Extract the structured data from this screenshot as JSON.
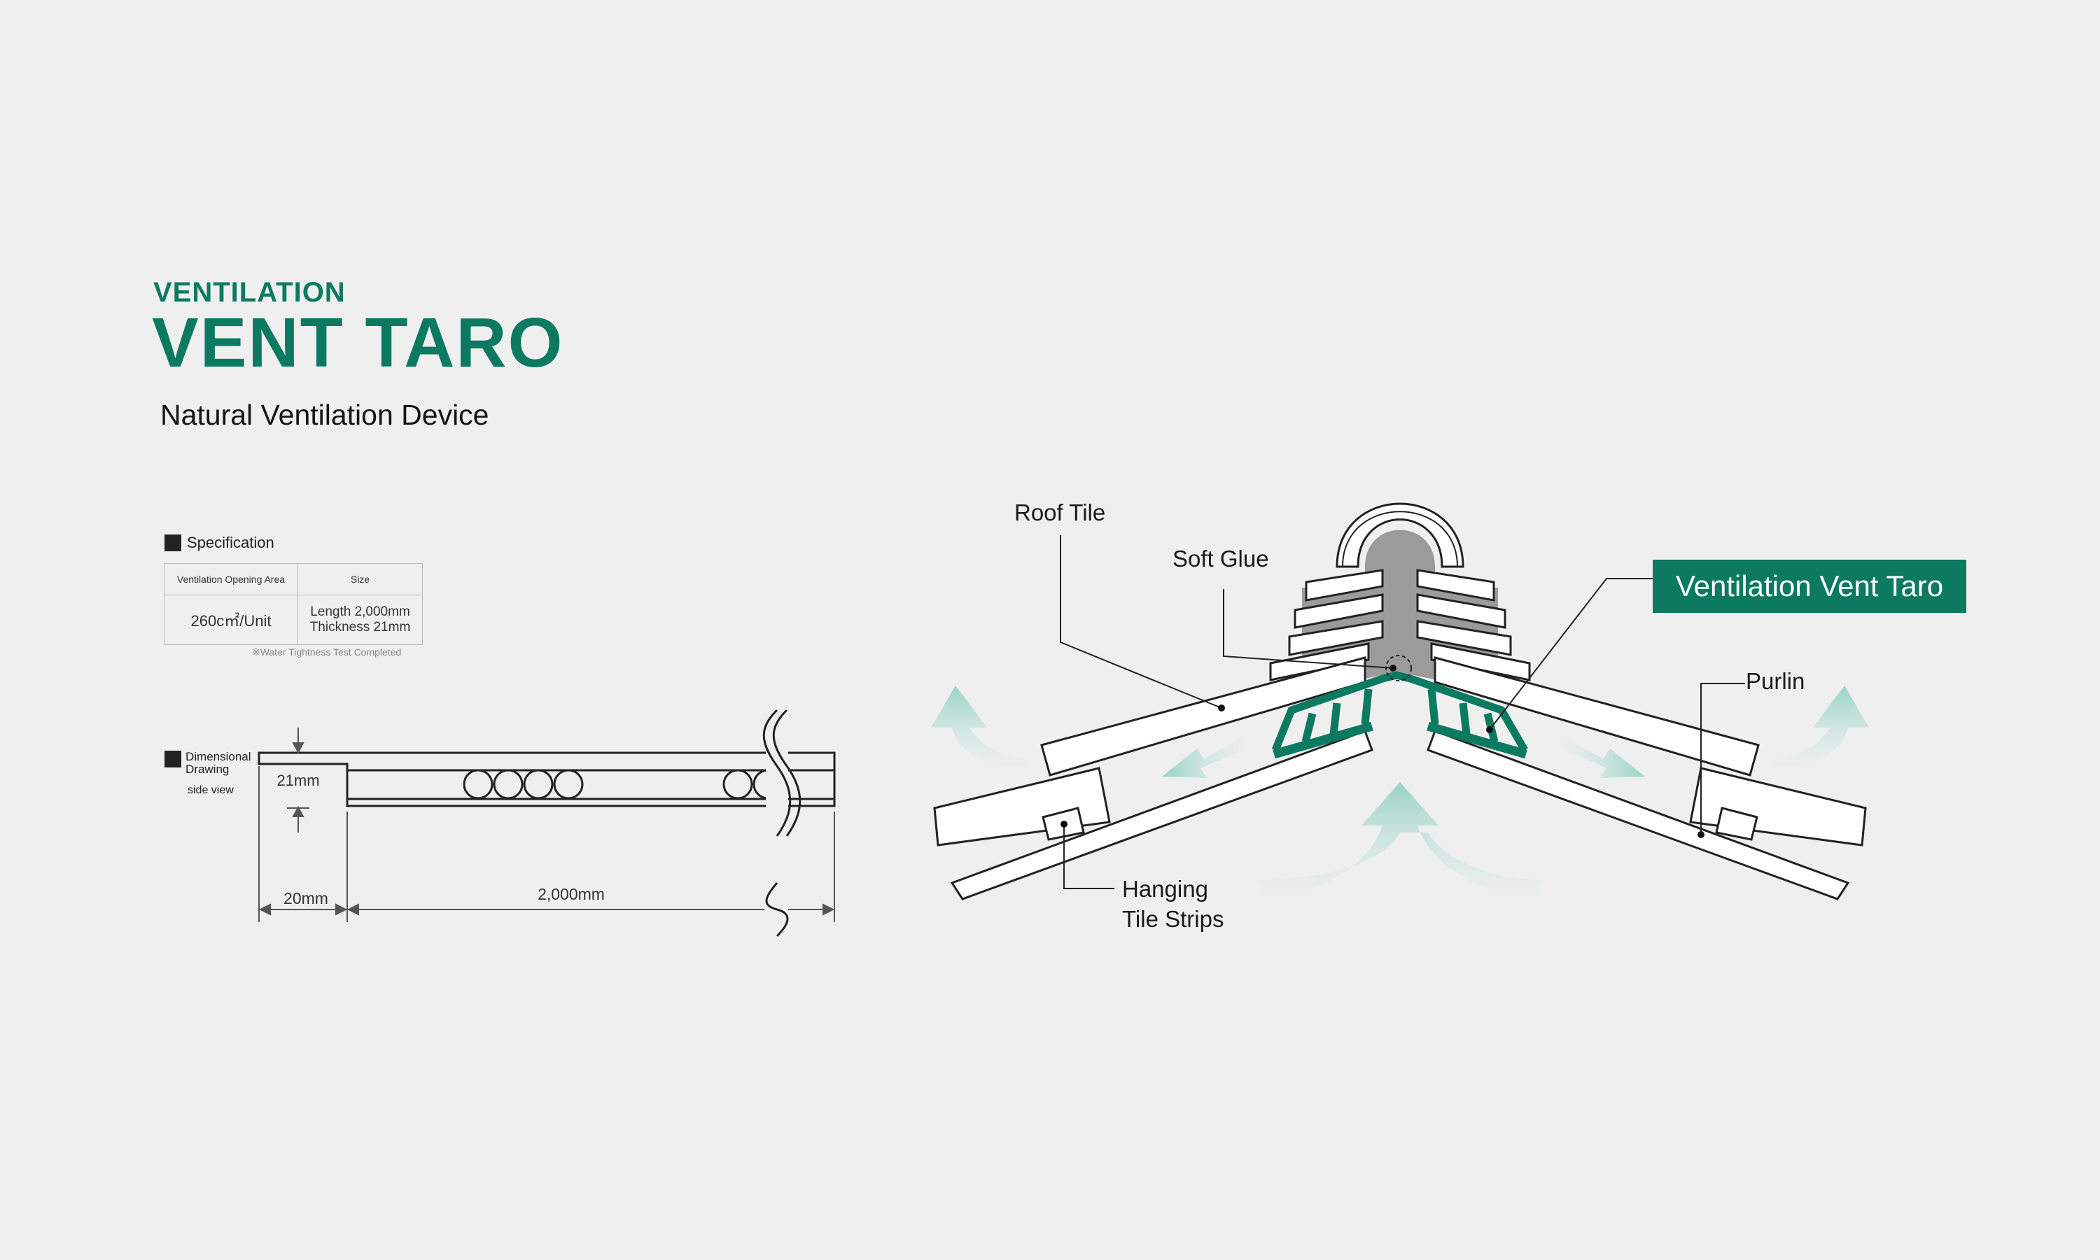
{
  "header": {
    "eyebrow": "VENTILATION",
    "title": "VENT TARO",
    "subtitle": "Natural Ventilation Device"
  },
  "specification": {
    "heading": "Specification",
    "columns": [
      "Ventilation Opening Area",
      "Size"
    ],
    "opening_area": "260c㎡/Unit",
    "size_length": "Length 2,000mm",
    "size_thickness": "Thickness 21mm",
    "note": "※Water Tightness Test Completed"
  },
  "dimensional": {
    "heading_line1": "Dimensional",
    "heading_line2": "Drawing",
    "side_view": "side view",
    "thickness": "21mm",
    "flange": "20mm",
    "length": "2,000mm"
  },
  "diagram": {
    "roof_tile": "Roof Tile",
    "soft_glue": "Soft Glue",
    "vent_taro": "Ventilation Vent Taro",
    "purlin": "Purlin",
    "hanging_line1": "Hanging",
    "hanging_line2": "Tile Strips"
  },
  "colors": {
    "brand": "#0b7a60",
    "airflow": "#bfe4da",
    "background": "#efefef"
  }
}
